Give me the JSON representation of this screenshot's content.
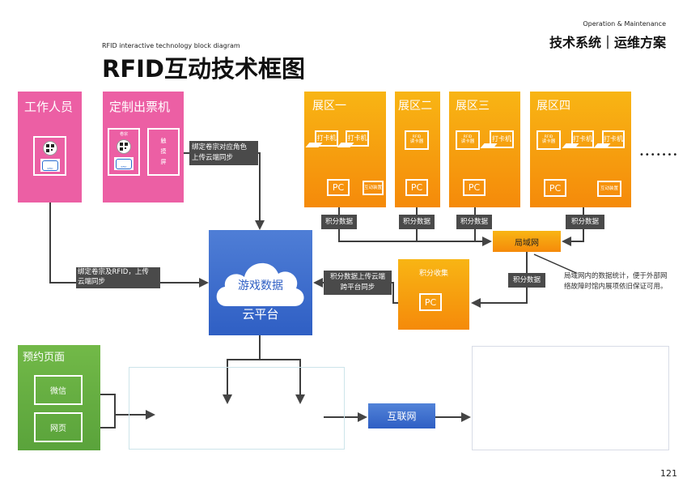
{
  "header": {
    "subtitle_en": "RFID interactive technology block diagram",
    "title": "RFID互动技术框图",
    "section_en": "Operation & Maintenance",
    "section_cn": "技术系统｜运维方案"
  },
  "staff": {
    "title": "工作人员",
    "icons": [
      "qr-code-icon",
      "rfid-card-icon"
    ]
  },
  "ticket_machine": {
    "title": "定制出票机",
    "card_label": "卷宗",
    "touchscreen": "触\n摸\n屏",
    "touchscreen_chars": [
      "触",
      "摸",
      "屏"
    ]
  },
  "labels": {
    "bind_role": "绑定卷宗对应角色上传云端同步",
    "bind_role_l1": "绑定卷宗对应角色",
    "bind_role_l2": "上传云端同步",
    "bind_rfid_l1": "绑定卷宗及RFID，上传",
    "bind_rfid_l2": "云端同步",
    "upload_l1": "积分数据上传云端",
    "upload_l2": "跨平台同步",
    "points_data": "积分数据"
  },
  "zones": [
    {
      "title": "展区一",
      "devices": [
        "打卡机",
        "打卡机"
      ],
      "pc": "PC",
      "interactive": "互动装置"
    },
    {
      "title": "展区二",
      "devices": [
        "RFID\n读卡器"
      ],
      "pc": "PC"
    },
    {
      "title": "展区三",
      "devices": [
        "RFID\n读卡器",
        "打卡机"
      ],
      "pc": "PC"
    },
    {
      "title": "展区四",
      "devices": [
        "RFID\n读卡器",
        "打卡机",
        "打卡机"
      ],
      "pc": "PC",
      "interactive": "互动装置"
    }
  ],
  "rfid_reader": {
    "l1": "RFID",
    "l2": "读卡器"
  },
  "more": "•••••••",
  "lan": {
    "label": "局域网",
    "note": "局域网内的数据统计，便于外部网络故障时馆内展项依旧保证可用。"
  },
  "collect": {
    "title": "积分收集",
    "pc": "PC"
  },
  "cloud": {
    "inner": "游戏数据",
    "label": "云平台"
  },
  "booking": {
    "title": "预约页面",
    "items": [
      "微信",
      "网页"
    ]
  },
  "internet": {
    "label": "互联网"
  },
  "page_number": "121",
  "colors": {
    "pink": "#ec5fa4",
    "orange": "#f8a012",
    "blue": "#2f5fc4",
    "green": "#5aa33b",
    "dark": "#4a4a4a"
  }
}
